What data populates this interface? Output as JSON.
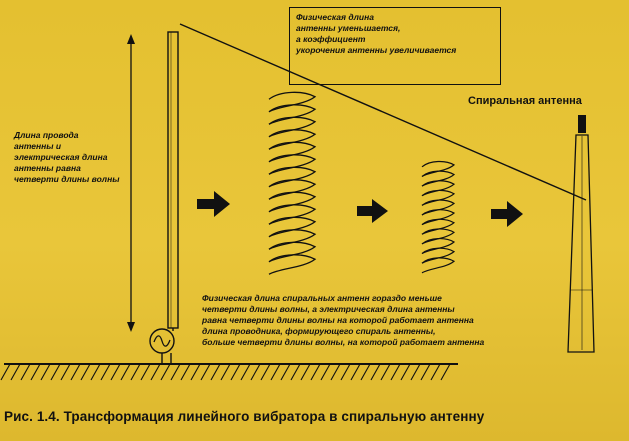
{
  "callout_text": "Физическая длина\nантенны уменьшается,\nа коэффициент\nукорочения антенны увеличивается",
  "side_label": "Длина провода\nантенны и\nэлектрическая длина\nантенны равна\nчетверти длины волны",
  "helix_antenna_label": "Спиральная антенна",
  "bottom_text": "Физическая длина спиральных антенн гораздо меньше\nчетверти длины волны,  а электрическая длина антенны\nравна четверти длины волны на которой работает антенна\nдлина проводника, формирующего спираль антенны,\nбольше четверти длины волны, на которой работает антенна",
  "caption": "Рис. 1.4. Трансформация линейного вибратора в спиральную антенну",
  "colors": {
    "paper": "#e6c233",
    "ink": "#111111"
  },
  "icons": [
    "ac-source-icon",
    "ground-hatch-icon",
    "arrow-right-icon",
    "coil-icon"
  ]
}
